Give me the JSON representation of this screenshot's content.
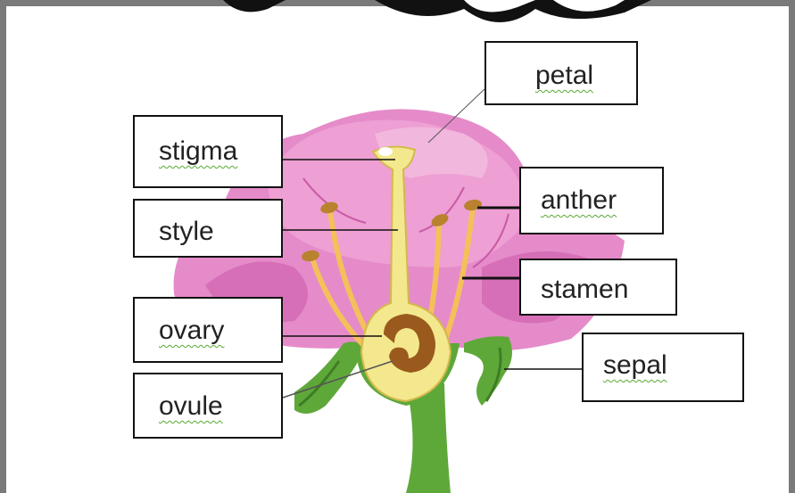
{
  "labels": {
    "petal": "petal",
    "stigma": "stigma",
    "anther": "anther",
    "style": "style",
    "stamen": "stamen",
    "ovary": "ovary",
    "sepal": "sepal",
    "ovule": "ovule"
  },
  "colors": {
    "petal_outer": "#e58bc9",
    "petal_inner": "#d66fb7",
    "petal_light": "#f1b7dc",
    "pistil": "#f3e88d",
    "pistil_outline": "#d4b94d",
    "filament": "#f4c05a",
    "anther": "#b8822f",
    "ovule": "#9b5a1d",
    "stem": "#5ea83a",
    "stem_dark": "#3e7d23",
    "spellcheck": "#5aa832"
  }
}
